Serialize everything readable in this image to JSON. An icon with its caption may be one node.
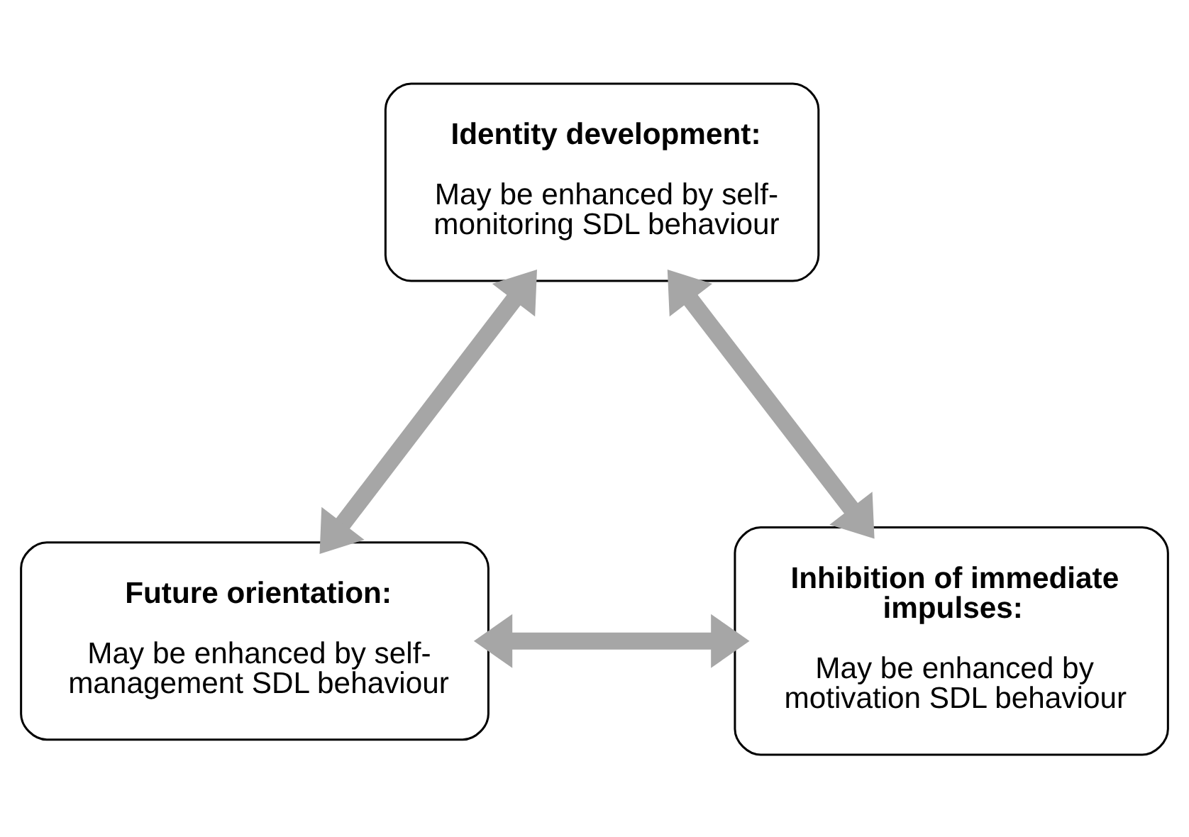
{
  "diagram": {
    "nodes": [
      {
        "text": [
          "Identity development:",
          "May be enhanced by self-monitoring SDL behaviour"
        ]
      },
      {
        "text": [
          "Future orientation:",
          "May be enhanced by self-management SDL behaviour"
        ]
      },
      {
        "text": [
          "Inhibition of immediate impulses:",
          "May be enhanced by motivation SDL behaviour"
        ]
      }
    ],
    "edges": [
      {
        "from": 0,
        "to": 1,
        "arrow": "both"
      },
      {
        "from": 0,
        "to": 2,
        "arrow": "both"
      },
      {
        "from": 1,
        "to": 2,
        "arrow": "both"
      }
    ]
  }
}
